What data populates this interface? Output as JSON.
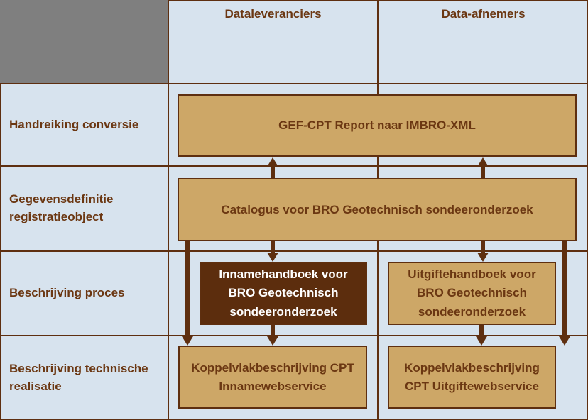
{
  "header": {
    "columns": [
      "Dataleveranciers",
      "Data-afnemers"
    ]
  },
  "row_labels": [
    "Handreiking conversie",
    "Gegevensdefinitie registratieobject",
    "Beschrijving proces",
    "Beschrijving technische realisatie"
  ],
  "boxes": {
    "gef": "GEF-CPT Report naar IMBRO-XML",
    "catalogus": "Catalogus voor BRO Geotechnisch sondeeronderzoek",
    "innamehandboek": "Innamehandboek voor BRO Geotechnisch sondeeronderzoek",
    "uitgiftehandboek": "Uitgiftehandboek voor BRO Geotechnisch sondeeronderzoek",
    "koppelvlak_inname": "Koppelvlakbeschrijving CPT Innamewebservice",
    "koppelvlak_uitgifte": "Koppelvlakbeschrijving CPT Uitgiftewebservice"
  },
  "colors": {
    "background": "#d7e3ee",
    "panel_gray": "#7f7f7f",
    "line_brown": "#5e2f10",
    "box_tan": "#cda767",
    "box_dark_brown": "#5c2d0d",
    "text_brown": "#6b3712",
    "text_white": "#ffffff"
  }
}
